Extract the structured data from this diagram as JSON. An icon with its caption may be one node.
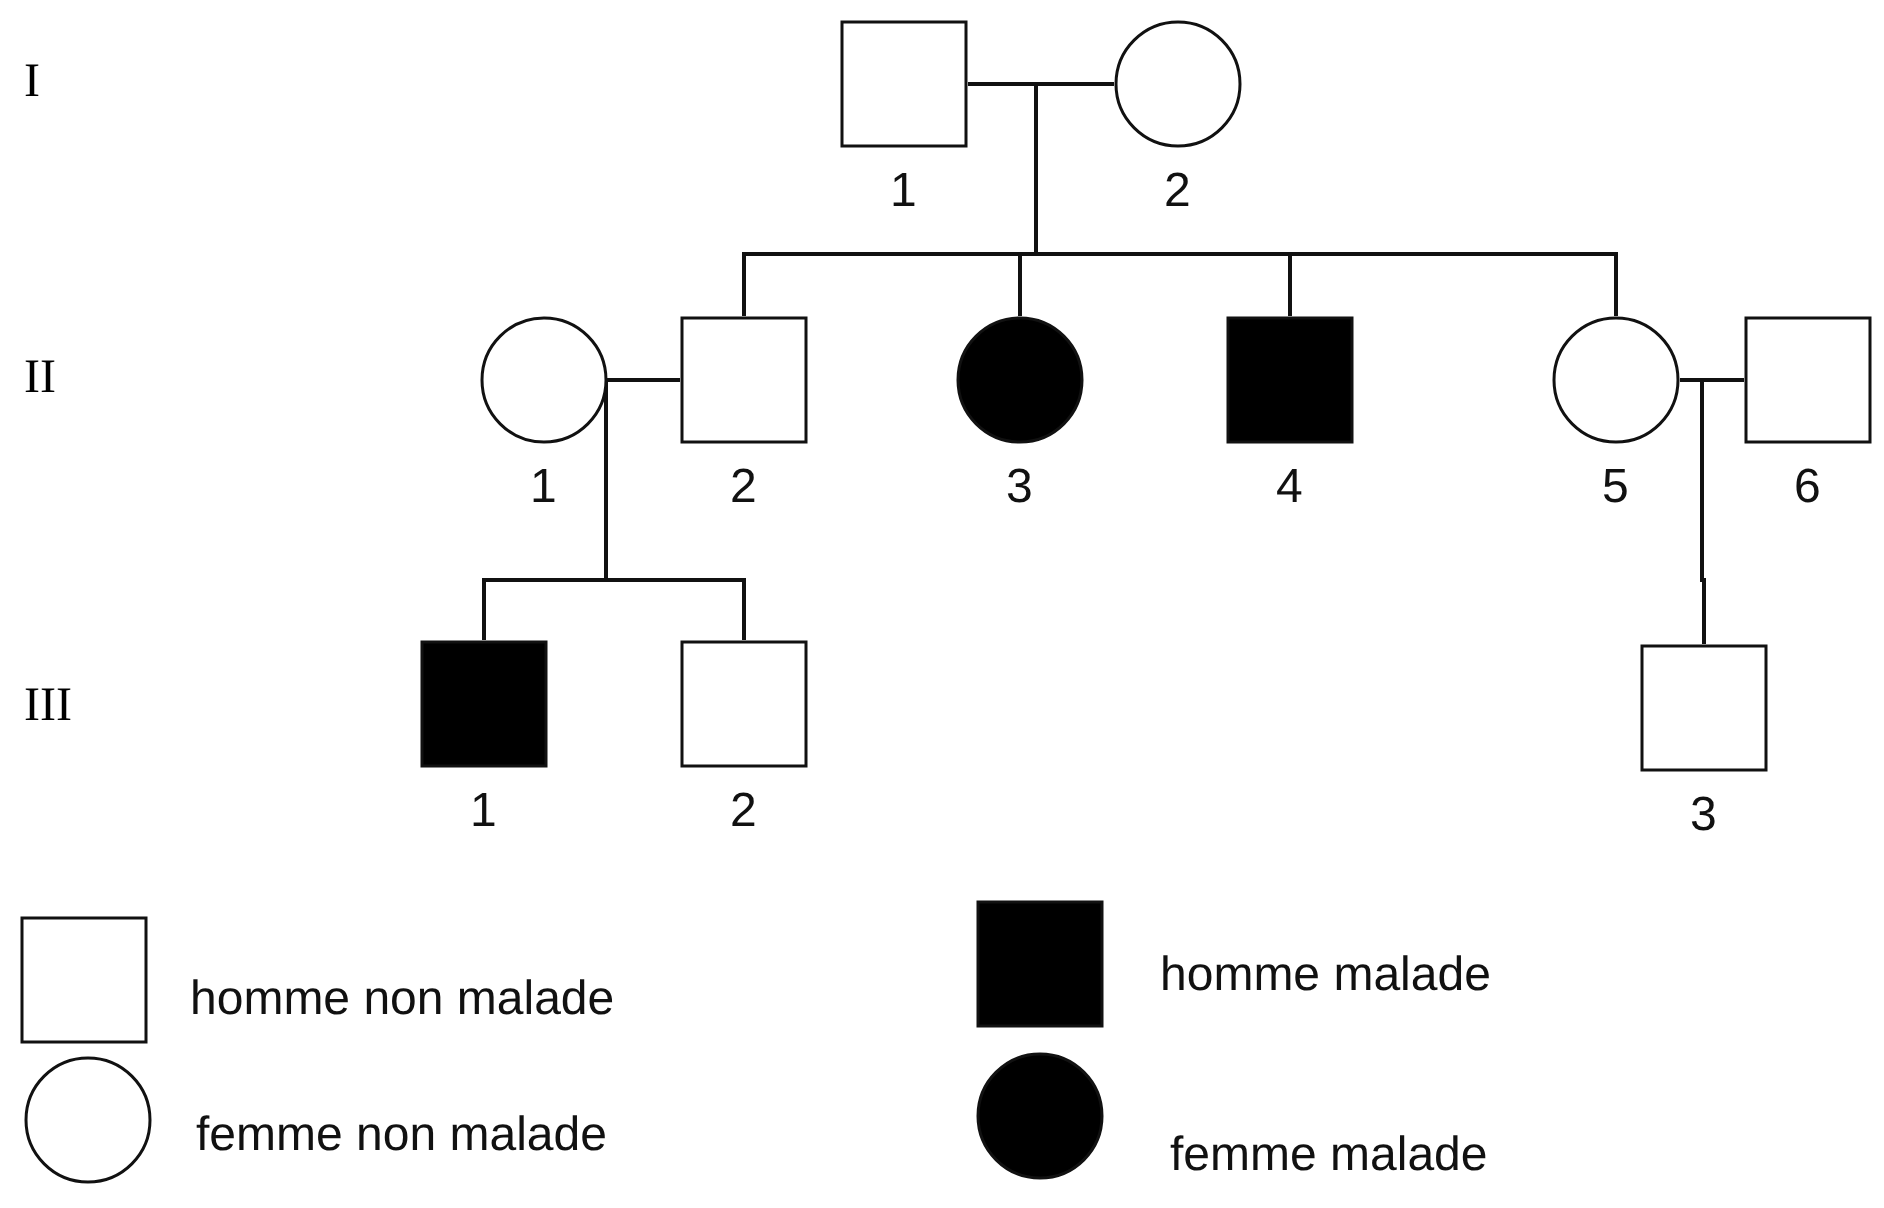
{
  "diagram": {
    "nodes": [
      {
        "text": [],
        "shape": "box",
        "beside": [
          "1"
        ]
      },
      {
        "text": [],
        "shape": "circle",
        "beside": [
          "2"
        ]
      },
      {
        "text": [],
        "shape": "circle",
        "beside": [
          "1"
        ]
      },
      {
        "text": [],
        "shape": "box",
        "beside": [
          "2"
        ]
      },
      {
        "text": [],
        "shape": "disc",
        "beside": [
          "3"
        ]
      },
      {
        "text": [],
        "shape": "block",
        "beside": [
          "4"
        ]
      },
      {
        "text": [],
        "shape": "circle",
        "beside": [
          "5"
        ]
      },
      {
        "text": [],
        "shape": "box",
        "beside": [
          "6"
        ]
      },
      {
        "text": [],
        "shape": "block",
        "beside": [
          "1"
        ]
      },
      {
        "text": [],
        "shape": "box",
        "beside": [
          "2"
        ]
      },
      {
        "text": [],
        "shape": "box",
        "beside": [
          "3"
        ]
      }
    ],
    "edges": [
      {
        "from": 0,
        "to": 1,
        "arrow": "none"
      },
      {
        "from": 0,
        "to": 3,
        "arrow": "none"
      },
      {
        "from": 1,
        "to": 3,
        "arrow": "none"
      },
      {
        "from": 0,
        "to": 4,
        "arrow": "none"
      },
      {
        "from": 1,
        "to": 4,
        "arrow": "none"
      },
      {
        "from": 0,
        "to": 5,
        "arrow": "none"
      },
      {
        "from": 1,
        "to": 5,
        "arrow": "none"
      },
      {
        "from": 0,
        "to": 6,
        "arrow": "none"
      },
      {
        "from": 1,
        "to": 6,
        "arrow": "none"
      },
      {
        "from": 2,
        "to": 3,
        "arrow": "none"
      },
      {
        "from": 2,
        "to": 8,
        "arrow": "none"
      },
      {
        "from": 3,
        "to": 8,
        "arrow": "none"
      },
      {
        "from": 2,
        "to": 9,
        "arrow": "none"
      },
      {
        "from": 3,
        "to": 9,
        "arrow": "none"
      },
      {
        "from": 6,
        "to": 7,
        "arrow": "none"
      },
      {
        "from": 6,
        "to": 10,
        "arrow": "none"
      },
      {
        "from": 7,
        "to": 10,
        "arrow": "none"
      }
    ],
    "labels": [
      "I",
      "II",
      "III"
    ],
    "legend": [
      {
        "text": "homme non malade"
      },
      {
        "text": "homme malade"
      },
      {
        "text": "femme non malade"
      },
      {
        "text": "femme malade"
      }
    ]
  }
}
